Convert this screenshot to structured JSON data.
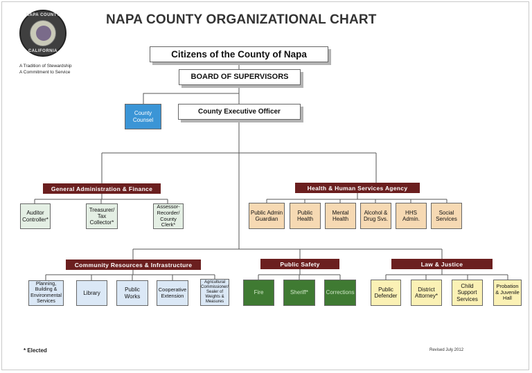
{
  "title": "NAPA COUNTY ORGANIZATIONAL CHART",
  "seal": {
    "top_text": "NAPA COUNTY",
    "bottom_text": "CALIFORNIA"
  },
  "tagline": [
    "A Tradition of Stewardship",
    "A Commitment to Service"
  ],
  "top": {
    "citizens": "Citizens of the County of Napa",
    "board": "BOARD OF SUPERVISORS",
    "ceo": "County Executive Officer",
    "counsel": "County Counsel"
  },
  "groups": {
    "admin": {
      "label": "General Administration & Finance",
      "units": [
        "Auditor Controller*",
        "Treasurer/ Tax Collector*",
        "Assessor- Recorder/ County Clerk*"
      ]
    },
    "hhs": {
      "label": "Health & Human Services Agency",
      "units": [
        "Public Admin Guardian",
        "Public Health",
        "Mental Health",
        "Alcohol & Drug Svs.",
        "HHS Admin.",
        "Social Services"
      ]
    },
    "community": {
      "label": "Community Resources & Infrastructure",
      "units": [
        "Planning, Building & Environmental Services",
        "Library",
        "Public Works",
        "Cooperative Extension",
        "Agricultural Commissioner/ Sealer of Weights & Measures"
      ]
    },
    "safety": {
      "label": "Public Safety",
      "units": [
        "Fire",
        "Sheriff*",
        "Corrections"
      ]
    },
    "law": {
      "label": "Law & Justice",
      "units": [
        "Public Defender",
        "District Attorney*",
        "Child Support Services",
        "Probation & Juvenile Hall"
      ]
    }
  },
  "footnote": "* Elected",
  "revised": "Revised July 2012",
  "colors": {
    "band": "#6b1f1f",
    "counsel": "#3b95d6",
    "admin": "#e4efe4",
    "hhs": "#f6d9b3",
    "community": "#dbe8f6",
    "safety": "#3f7a32",
    "law": "#fbf1b5"
  }
}
